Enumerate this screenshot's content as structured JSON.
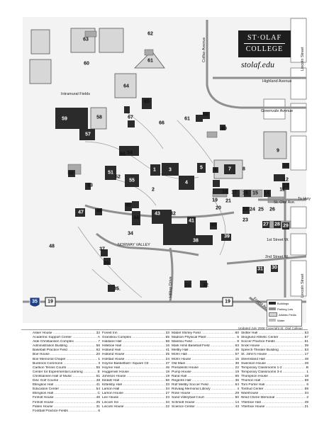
{
  "logo": {
    "line1": "ST·OLAF",
    "line2": "COLLEGE"
  },
  "website": "stolaf.edu",
  "updated_note": "Updated July 2008 Copyright St. Olaf College",
  "streets": {
    "colfax": "Colfax Avenue",
    "lincoln_top": "Lincoln Street",
    "lincoln_bottom": "Lincoln Street",
    "highland": "Highland Avenue",
    "greenvale": "Greenvale Avenue",
    "st_olaf": "St. Olaf Ave.",
    "first": "1st Street W.",
    "second": "2nd Street W.",
    "hilltop": "Hilltop Drive",
    "forest": "Forest Ave."
  },
  "labels": {
    "intramural": "Intramural Fields",
    "norway_valley": "NORWAY VALLEY",
    "to_hwy": "To Hwy"
  },
  "colors": {
    "building": "#2b2b2b",
    "road": "#8f8f8f",
    "green": "#d7d7d7",
    "water": "#bdbdbd",
    "shield": "#1d3f8a"
  },
  "shields": [
    {
      "text": "35"
    },
    {
      "text": "19"
    },
    {
      "text": "19"
    }
  ],
  "legend": [
    {
      "label": "Buildings",
      "color": "#2b2b2b"
    },
    {
      "label": "Parking Lots",
      "color": "#8f8f8f"
    },
    {
      "label": "Athletic Fields",
      "color": "#d7d7d7"
    },
    {
      "label": "Water",
      "color": "#bdbdbd"
    }
  ],
  "map_numbers": [
    "1",
    "2",
    "3",
    "4",
    "5",
    "6",
    "7",
    "8",
    "9",
    "10",
    "11",
    "12",
    "13",
    "14",
    "15",
    "16",
    "17",
    "18",
    "19",
    "20",
    "21",
    "22",
    "23",
    "24",
    "25",
    "26",
    "27",
    "28",
    "29",
    "30",
    "31",
    "32",
    "33",
    "34",
    "35",
    "36",
    "37",
    "38",
    "39",
    "40",
    "41",
    "42",
    "43",
    "44",
    "45",
    "46",
    "47",
    "48",
    "49",
    "50",
    "51",
    "52",
    "53",
    "54",
    "55",
    "56",
    "57",
    "58",
    "59",
    "60",
    "61",
    "62",
    "63",
    "64",
    "65",
    "66",
    "67",
    "68",
    "69"
  ],
  "index": [
    [
      {
        "n": "Asker House",
        "c": "32"
      },
      {
        "n": "Academic Support Center",
        "c": "A"
      },
      {
        "n": "Alde Christiansen Complex",
        "c": "7"
      },
      {
        "n": "Administration Building",
        "c": "56"
      },
      {
        "n": "Baseball Practice Field",
        "c": "62"
      },
      {
        "n": "Boe House",
        "c": "20"
      },
      {
        "n": "Boe Memorial Chapel",
        "c": "1"
      },
      {
        "n": "Buntrock Commons",
        "c": "3"
      },
      {
        "n": "Carlson Tennis Courts",
        "c": "55"
      },
      {
        "n": "Center for Experimental Learning",
        "c": "E"
      },
      {
        "n": "Christiansen Hall of Music",
        "c": "51"
      },
      {
        "n": "Disc Golf Course",
        "c": "48"
      },
      {
        "n": "Ellingson Hall",
        "c": "41"
      },
      {
        "n": "Education Center",
        "c": "54"
      },
      {
        "n": "Ellingson Hall",
        "c": "C"
      },
      {
        "n": "Finholt House",
        "c": "46"
      },
      {
        "n": "Finholt House",
        "c": "25"
      },
      {
        "n": "Flaten House",
        "c": "31"
      },
      {
        "n": "Football Practice Fields",
        "c": "6"
      }
    ],
    [
      {
        "n": "Forest Inn",
        "c": "33"
      },
      {
        "n": "Granskou Complex",
        "c": "65"
      },
      {
        "n": "Haldane Hall",
        "c": "58"
      },
      {
        "n": "Hilleboe Hall",
        "c": "16"
      },
      {
        "n": "Holland Hall",
        "c": "41"
      },
      {
        "n": "Holland House",
        "c": "25"
      },
      {
        "n": "Holstad House",
        "c": "24"
      },
      {
        "n": "Hoyme Basketball / Square Ctr",
        "c": "47"
      },
      {
        "n": "Hoyme Hall",
        "c": "46"
      },
      {
        "n": "Huggenvik House",
        "c": "18"
      },
      {
        "n": "Johnson House",
        "c": "19"
      },
      {
        "n": "Kildahl Hall",
        "c": "66"
      },
      {
        "n": "Kittelsby Hall",
        "c": "33"
      },
      {
        "n": "Larson Hall",
        "c": "34"
      },
      {
        "n": "Larson House",
        "c": "27"
      },
      {
        "n": "Lee House",
        "c": "23"
      },
      {
        "n": "Lincoln Inn",
        "c": "34"
      },
      {
        "n": "Lincoln House",
        "c": "22"
      }
    ],
    [
      {
        "n": "Mabel Shirley Field",
        "c": "60"
      },
      {
        "n": "Madson Physical Plant",
        "c": "5"
      },
      {
        "n": "Manitou Field",
        "c": "8"
      },
      {
        "n": "Mark Almli Baseball Field",
        "c": "63"
      },
      {
        "n": "Mellby Hall",
        "c": "45"
      },
      {
        "n": "Mohn Hall",
        "c": "57"
      },
      {
        "n": "Mohn House",
        "c": "15"
      },
      {
        "n": "Old Main",
        "c": "38"
      },
      {
        "n": "Presidents House",
        "c": "22"
      },
      {
        "n": "Pump House",
        "c": "19"
      },
      {
        "n": "Rand Hall",
        "c": "65"
      },
      {
        "n": "Regents Hall",
        "c": "36"
      },
      {
        "n": "Rolf Mellby Soccer Field",
        "c": "64"
      },
      {
        "n": "Rolvaag Memorial Library",
        "c": "4"
      },
      {
        "n": "Rose House",
        "c": "29"
      },
      {
        "n": "Sand Volleyball Court",
        "c": "50"
      },
      {
        "n": "Schmidt House",
        "c": "14"
      },
      {
        "n": "Science Center",
        "c": "43"
      }
    ],
    [
      {
        "n": "Skifter Hall",
        "c": "53"
      },
      {
        "n": "Skoglund Athletic Center",
        "c": "57"
      },
      {
        "n": "Soccer Practice Fields",
        "c": "61"
      },
      {
        "n": "Snok House",
        "c": "39"
      },
      {
        "n": "Speech-Theater Building",
        "c": "53"
      },
      {
        "n": "St. John's House",
        "c": "17"
      },
      {
        "n": "Steensland Hall",
        "c": "48"
      },
      {
        "n": "Swenson House",
        "c": "28"
      },
      {
        "n": "Temporary Classrooms 1-2",
        "c": "B"
      },
      {
        "n": "Temporary Classrooms 3-4",
        "c": "1"
      },
      {
        "n": "Thompson House",
        "c": "18"
      },
      {
        "n": "Thorson Hall",
        "c": "69"
      },
      {
        "n": "Tom Porter Hall",
        "c": "6"
      },
      {
        "n": "Tostrud Center",
        "c": "59"
      },
      {
        "n": "Warehouse",
        "c": "34"
      },
      {
        "n": "Wind Chime Memorial",
        "c": "2"
      },
      {
        "n": "Ytterboe Hall",
        "c": "49"
      },
      {
        "n": "Ytterboe House",
        "c": "21"
      }
    ]
  ]
}
